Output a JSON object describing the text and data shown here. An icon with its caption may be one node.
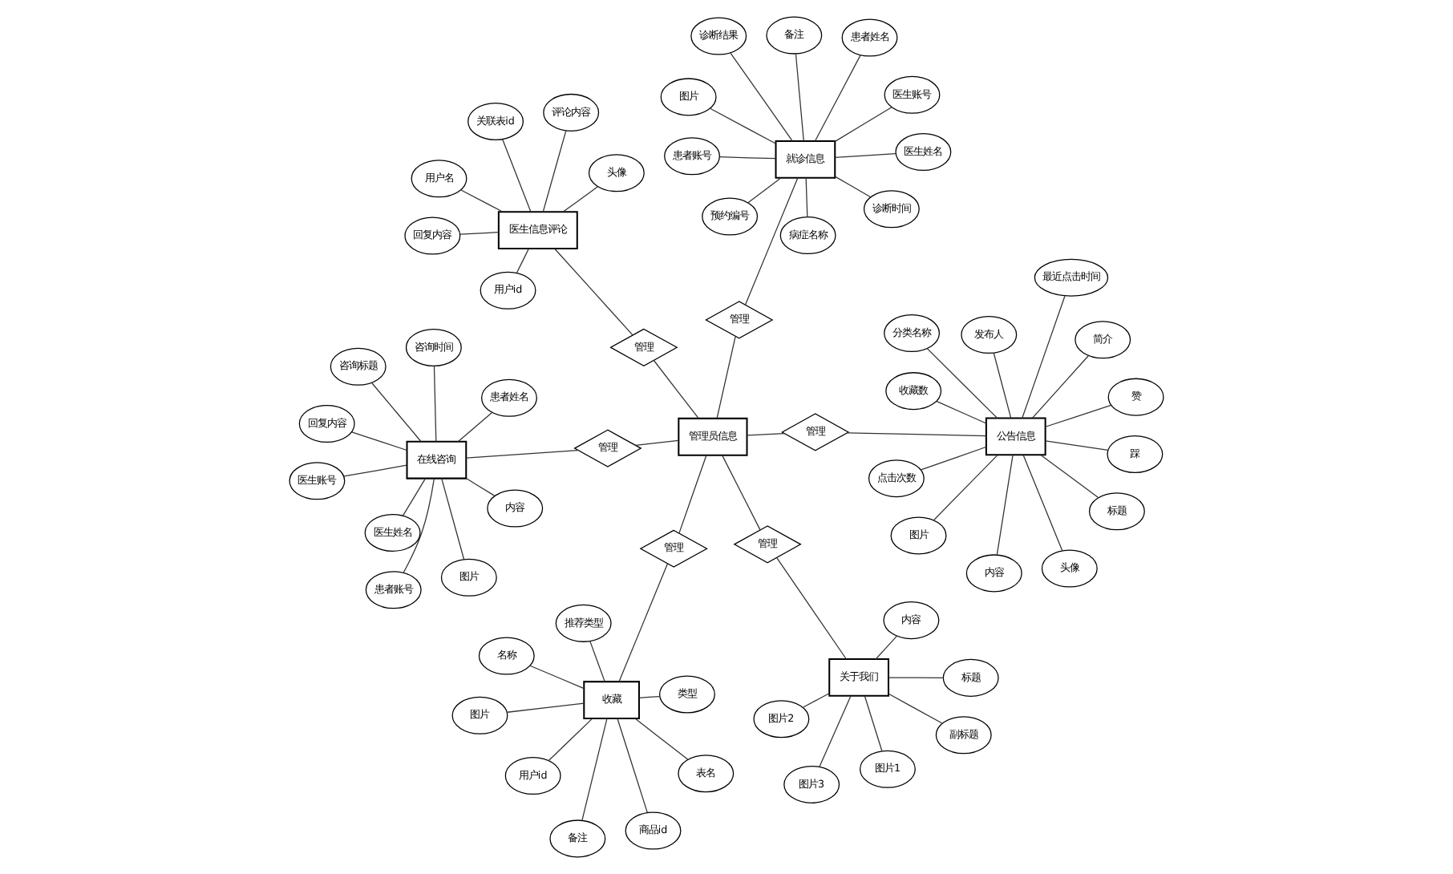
{
  "diagram": {
    "nodes": [
      {
        "text": [
          "收藏"
        ]
      },
      {
        "text": [
          "商品id"
        ]
      },
      {
        "text": [
          "表名"
        ]
      },
      {
        "text": [
          "名称"
        ]
      },
      {
        "text": [
          "图片"
        ]
      },
      {
        "text": [
          "类型"
        ]
      },
      {
        "text": [
          "推荐类型"
        ]
      },
      {
        "text": [
          "用户id"
        ]
      },
      {
        "text": [
          "备注"
        ]
      },
      {
        "text": [
          "管理"
        ]
      },
      {
        "text": [
          "医生信息评论"
        ]
      },
      {
        "text": [
          "头像"
        ]
      },
      {
        "text": [
          "用户名"
        ]
      },
      {
        "text": [
          "用户id"
        ]
      },
      {
        "text": [
          "关联表id"
        ]
      },
      {
        "text": [
          "评论内容"
        ]
      },
      {
        "text": [
          "回复内容"
        ]
      },
      {
        "text": [
          "管理"
        ]
      },
      {
        "text": [
          "关于我们"
        ]
      },
      {
        "text": [
          "标题"
        ]
      },
      {
        "text": [
          "副标题"
        ]
      },
      {
        "text": [
          "内容"
        ]
      },
      {
        "text": [
          "图片1"
        ]
      },
      {
        "text": [
          "图片3"
        ]
      },
      {
        "text": [
          "图片2"
        ]
      },
      {
        "text": [
          "管理"
        ]
      },
      {
        "text": [
          "管理员信息"
        ]
      },
      {
        "text": [
          "就诊信息"
        ]
      },
      {
        "text": [
          "诊断时间"
        ]
      },
      {
        "text": [
          "病症名称"
        ]
      },
      {
        "text": [
          "图片"
        ]
      },
      {
        "text": [
          "诊断结果"
        ]
      },
      {
        "text": [
          "患者姓名"
        ]
      },
      {
        "text": [
          "患者账号"
        ]
      },
      {
        "text": [
          "预约编号"
        ]
      },
      {
        "text": [
          "医生账号"
        ]
      },
      {
        "text": [
          "医生姓名"
        ]
      },
      {
        "text": [
          "备注"
        ]
      },
      {
        "text": [
          "管理"
        ]
      },
      {
        "text": [
          "在线咨询"
        ]
      },
      {
        "text": [
          "咨询标题"
        ]
      },
      {
        "text": [
          "图片"
        ]
      },
      {
        "text": [
          "内容"
        ]
      },
      {
        "text": [
          "咨询时间"
        ]
      },
      {
        "text": [
          "患者账号"
        ]
      },
      {
        "text": [
          "患者姓名"
        ]
      },
      {
        "text": [
          "回复内容"
        ]
      },
      {
        "text": [
          "医生姓名"
        ]
      },
      {
        "text": [
          "医生账号"
        ]
      },
      {
        "text": [
          "管理"
        ]
      },
      {
        "text": [
          "公告信息"
        ]
      },
      {
        "text": [
          "标题"
        ]
      },
      {
        "text": [
          "简介"
        ]
      },
      {
        "text": [
          "分类名称"
        ]
      },
      {
        "text": [
          "发布人"
        ]
      },
      {
        "text": [
          "内容"
        ]
      },
      {
        "text": [
          "图片"
        ]
      },
      {
        "text": [
          "收藏数"
        ]
      },
      {
        "text": [
          "踩"
        ]
      },
      {
        "text": [
          "头像"
        ]
      },
      {
        "text": [
          "点击次数"
        ]
      },
      {
        "text": [
          "最近点击时间"
        ]
      },
      {
        "text": [
          "赞"
        ]
      },
      {
        "text": [
          "管理"
        ]
      }
    ],
    "edges": [
      {
        "from": 0,
        "to": 1,
        "arrow": "none"
      },
      {
        "from": 0,
        "to": 2,
        "arrow": "none"
      },
      {
        "from": 0,
        "to": 3,
        "arrow": "none"
      },
      {
        "from": 0,
        "to": 4,
        "arrow": "none"
      },
      {
        "from": 0,
        "to": 5,
        "arrow": "none"
      },
      {
        "from": 0,
        "to": 6,
        "arrow": "none"
      },
      {
        "from": 0,
        "to": 7,
        "arrow": "none"
      },
      {
        "from": 0,
        "to": 8,
        "arrow": "none"
      },
      {
        "from": 0,
        "to": 9,
        "arrow": "none"
      },
      {
        "from": 9,
        "to": 26,
        "arrow": "none"
      },
      {
        "from": 10,
        "to": 11,
        "arrow": "none"
      },
      {
        "from": 10,
        "to": 12,
        "arrow": "none"
      },
      {
        "from": 10,
        "to": 13,
        "arrow": "none"
      },
      {
        "from": 10,
        "to": 14,
        "arrow": "none"
      },
      {
        "from": 10,
        "to": 15,
        "arrow": "none"
      },
      {
        "from": 10,
        "to": 16,
        "arrow": "none"
      },
      {
        "from": 10,
        "to": 17,
        "arrow": "none"
      },
      {
        "from": 17,
        "to": 26,
        "arrow": "none"
      },
      {
        "from": 18,
        "to": 19,
        "arrow": "none"
      },
      {
        "from": 18,
        "to": 20,
        "arrow": "none"
      },
      {
        "from": 18,
        "to": 21,
        "arrow": "none"
      },
      {
        "from": 18,
        "to": 22,
        "arrow": "none"
      },
      {
        "from": 18,
        "to": 23,
        "arrow": "none"
      },
      {
        "from": 18,
        "to": 24,
        "arrow": "none"
      },
      {
        "from": 25,
        "to": 18,
        "arrow": "none"
      },
      {
        "from": 26,
        "to": 25,
        "arrow": "none"
      },
      {
        "from": 27,
        "to": 28,
        "arrow": "none"
      },
      {
        "from": 27,
        "to": 29,
        "arrow": "none"
      },
      {
        "from": 27,
        "to": 30,
        "arrow": "none"
      },
      {
        "from": 27,
        "to": 31,
        "arrow": "none"
      },
      {
        "from": 27,
        "to": 32,
        "arrow": "none"
      },
      {
        "from": 27,
        "to": 33,
        "arrow": "none"
      },
      {
        "from": 27,
        "to": 34,
        "arrow": "none"
      },
      {
        "from": 27,
        "to": 35,
        "arrow": "none"
      },
      {
        "from": 27,
        "to": 36,
        "arrow": "none"
      },
      {
        "from": 27,
        "to": 37,
        "arrow": "none"
      },
      {
        "from": 27,
        "to": 38,
        "arrow": "none"
      },
      {
        "from": 38,
        "to": 26,
        "arrow": "none"
      },
      {
        "from": 39,
        "to": 40,
        "arrow": "none"
      },
      {
        "from": 39,
        "to": 41,
        "arrow": "none"
      },
      {
        "from": 39,
        "to": 42,
        "arrow": "none"
      },
      {
        "from": 39,
        "to": 43,
        "arrow": "none"
      },
      {
        "from": 39,
        "to": 44,
        "arrow": "none"
      },
      {
        "from": 39,
        "to": 45,
        "arrow": "none"
      },
      {
        "from": 39,
        "to": 46,
        "arrow": "none"
      },
      {
        "from": 39,
        "to": 47,
        "arrow": "none"
      },
      {
        "from": 39,
        "to": 48,
        "arrow": "none"
      },
      {
        "from": 49,
        "to": 39,
        "arrow": "none"
      },
      {
        "from": 26,
        "to": 49,
        "arrow": "none"
      },
      {
        "from": 50,
        "to": 51,
        "arrow": "none"
      },
      {
        "from": 50,
        "to": 52,
        "arrow": "none"
      },
      {
        "from": 50,
        "to": 53,
        "arrow": "none"
      },
      {
        "from": 50,
        "to": 54,
        "arrow": "none"
      },
      {
        "from": 50,
        "to": 55,
        "arrow": "none"
      },
      {
        "from": 50,
        "to": 56,
        "arrow": "none"
      },
      {
        "from": 50,
        "to": 57,
        "arrow": "none"
      },
      {
        "from": 50,
        "to": 58,
        "arrow": "none"
      },
      {
        "from": 50,
        "to": 59,
        "arrow": "none"
      },
      {
        "from": 50,
        "to": 60,
        "arrow": "none"
      },
      {
        "from": 50,
        "to": 61,
        "arrow": "none"
      },
      {
        "from": 50,
        "to": 62,
        "arrow": "none"
      },
      {
        "from": 63,
        "to": 50,
        "arrow": "none"
      },
      {
        "from": 26,
        "to": 63,
        "arrow": "none"
      }
    ]
  }
}
